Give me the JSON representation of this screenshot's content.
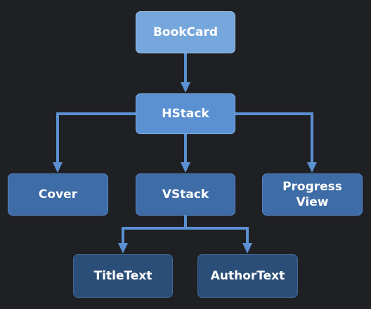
{
  "diagram": {
    "nodes": {
      "bookcard": {
        "label": "BookCard"
      },
      "hstack": {
        "label": "HStack"
      },
      "cover": {
        "label": "Cover"
      },
      "vstack": {
        "label": "VStack"
      },
      "progress": {
        "label": "Progress\nView"
      },
      "title_text": {
        "label": "TitleText"
      },
      "author_text": {
        "label": "AuthorText"
      }
    },
    "edges": [
      {
        "from": "BookCard",
        "to": "HStack"
      },
      {
        "from": "HStack",
        "to": "Cover"
      },
      {
        "from": "HStack",
        "to": "VStack"
      },
      {
        "from": "HStack",
        "to": "Progress View"
      },
      {
        "from": "VStack",
        "to": "TitleText"
      },
      {
        "from": "VStack",
        "to": "AuthorText"
      }
    ],
    "colors": {
      "background": "#1f2024",
      "edge": "#5b90d2",
      "level_0": "#75a6dc",
      "level_1": "#5b90d2",
      "level_2": "#3e6ca6",
      "level_3": "#2b4e78",
      "text": "#ffffff"
    }
  }
}
